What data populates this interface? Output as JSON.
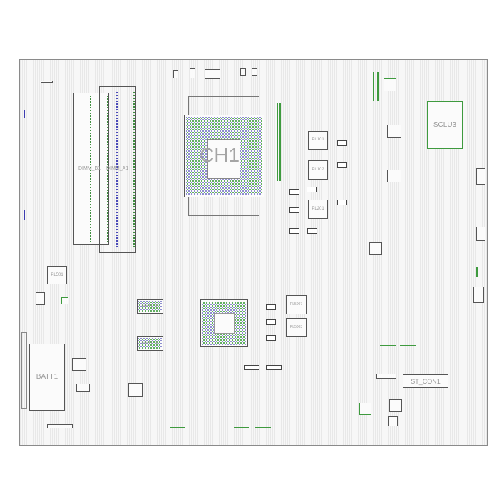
{
  "labels": {
    "dimm_b1": "DIMM_B1",
    "dimm_a1": "DIMM_A1",
    "cpu": "CH1",
    "pl101": "PL101",
    "pl102": "PL102",
    "pl201": "PL201",
    "sclu3": "SCLU3",
    "pl501": "PL501",
    "gpu_top": "GPUU6",
    "gpu_bottom": "GPUU4",
    "pl_mid_1": "PL5007",
    "pl_mid_2": "PL5003",
    "batt": "BATT1",
    "st_con": "ST_CON1"
  },
  "colors": {
    "pad_green": "#3e9a3e",
    "pad_blue": "#3d3db0",
    "outline": "#555555",
    "label": "#9a9a9a",
    "board_bg": "#f7f7f7"
  }
}
